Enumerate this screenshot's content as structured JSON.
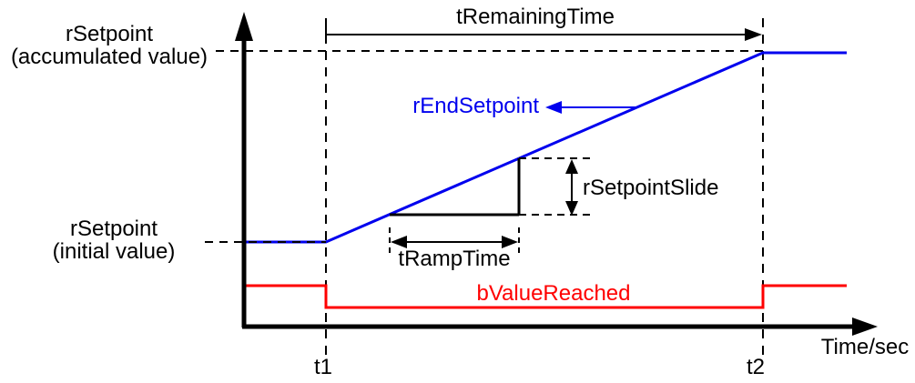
{
  "diagram": {
    "description": "Timing diagram of a setpoint ramp function block",
    "colors": {
      "setpoint_curve": "#0000ee",
      "value_reached_curve": "#ff0000",
      "axes_and_annotations": "#000000"
    },
    "labels": {
      "y_level_top_line1": "rSetpoint",
      "y_level_top_line2": "(accumulated value)",
      "y_level_bottom_line1": "rSetpoint",
      "y_level_bottom_line2": "(initial value)",
      "remaining_time": "tRemainingTime",
      "end_setpoint": "rEndSetpoint",
      "setpoint_slide": "rSetpointSlide",
      "ramp_time": "tRampTime",
      "value_reached": "bValueReached",
      "t1": "t1",
      "t2": "t2",
      "x_axis": "Time/sec"
    }
  }
}
